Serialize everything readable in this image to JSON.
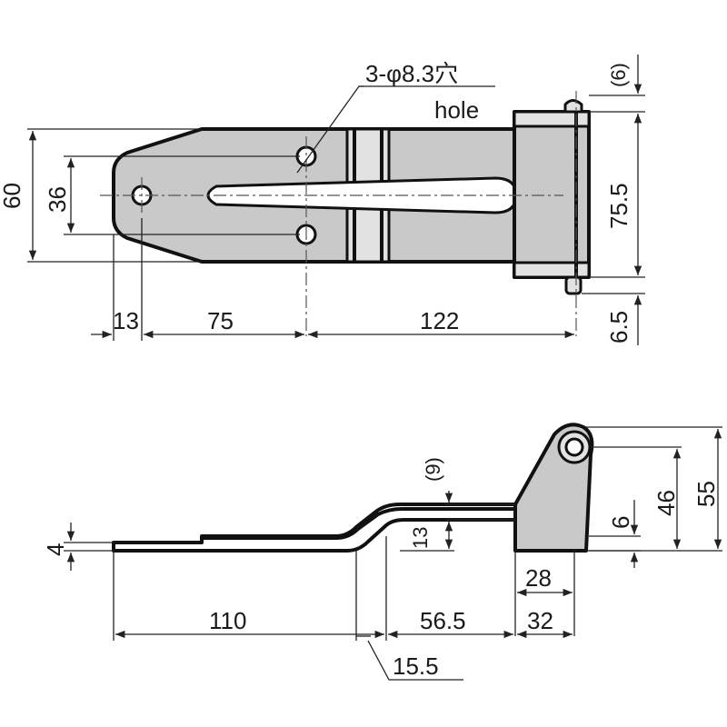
{
  "top_view": {
    "hole_callout": "3-φ8.3穴",
    "hole_callout_en": "hole",
    "dims": {
      "overall_height": "60",
      "hole_spacing": "36",
      "left_offset": "13",
      "hole_pitch": "75",
      "body_length": "122",
      "hinge_height": "75.5",
      "pin_top": "(6)",
      "pin_bottom": "6.5"
    }
  },
  "side_view": {
    "dims": {
      "thickness": "4",
      "flat_length": "110",
      "offset_length": "56.5",
      "bend_length": "15.5",
      "knuckle_length": "32",
      "knuckle_width": "28",
      "step_height": "13",
      "step_gap": "(9)",
      "knuckle_base": "6",
      "pin_height": "46",
      "overall_height": "55"
    }
  }
}
